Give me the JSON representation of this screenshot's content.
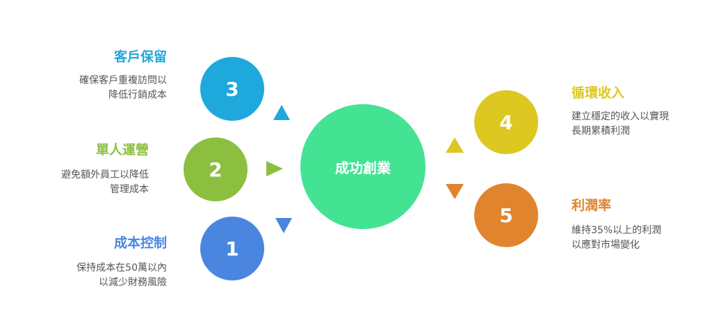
{
  "hub": {
    "label": "成功創業",
    "color": "#44e394"
  },
  "nodes": [
    {
      "number": "3",
      "title": "客戶保留",
      "lines": [
        "確保客戶重複訪問以",
        "降低行銷成本"
      ],
      "color": "#1fa8dc"
    },
    {
      "number": "2",
      "title": "單人運營",
      "lines": [
        "避免額外員工以降低",
        "管理成本"
      ],
      "color": "#8cbf3f"
    },
    {
      "number": "1",
      "title": "成本控制",
      "lines": [
        "保持成本在50萬以內",
        "以減少財務風險"
      ],
      "color": "#4a86e0"
    },
    {
      "number": "4",
      "title": "循環收入",
      "lines": [
        "建立穩定的收入以實現",
        "長期累積利潤"
      ],
      "color": "#dcc820"
    },
    {
      "number": "5",
      "title": "利潤率",
      "lines": [
        "維持35%以上的利潤",
        "以應對市場變化"
      ],
      "color": "#e0842e"
    }
  ]
}
